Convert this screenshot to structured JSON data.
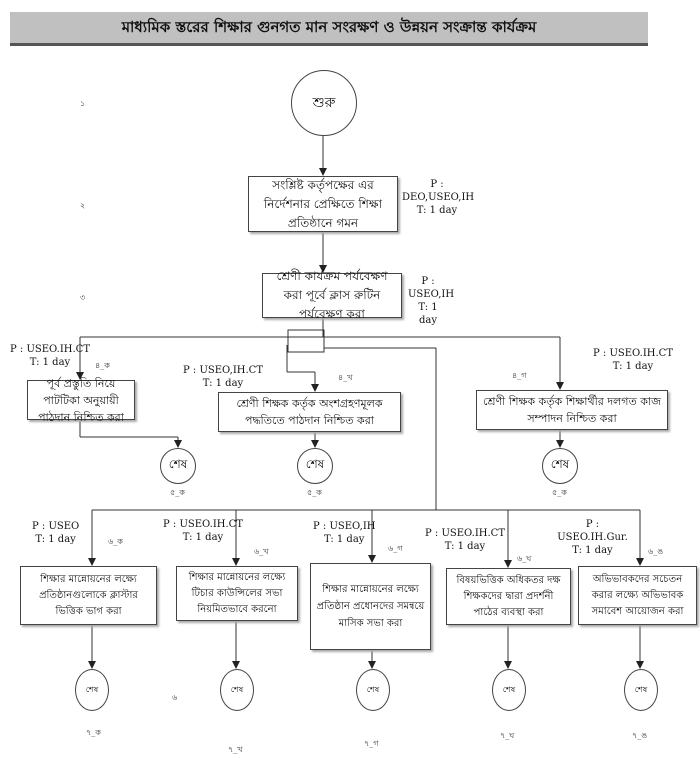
{
  "title": "মাধ্যমিক স্তরের শিক্ষার গুনগত মান  সংরক্ষণ ও উন্নয়ন সংক্রান্ত কার্যক্রম",
  "start": {
    "label": "শুরু",
    "step": "১"
  },
  "step2": {
    "text": "সংশ্লিষ্ট কর্তৃপক্ষের  এর নির্দেশনার প্রেক্ষিতে শিক্ষা প্রতিষ্ঠানে গমন",
    "step": "২",
    "p": "P : DEO,USEO,IH",
    "t": "T: 1 day"
  },
  "step3": {
    "text": "শ্রেণী কার্যক্রম পর্যবেক্ষণ করা পূর্বে ক্লাস রুটিন পর্যবেক্ষণ করা",
    "step": "৩",
    "p": "P : USEO,IH",
    "t": "T: 1 day"
  },
  "step4": [
    {
      "id": "৪_ক",
      "text": "পূর্ব প্রস্তুতি নিয়ে পাটটিকা অনুয়ায়ী পাঠদান নিশ্চিত করা",
      "p": "P : USEO.IH.CT",
      "t": "T: 1 day",
      "end": "শেষ",
      "end_id": "৫_ক"
    },
    {
      "id": "৪_খ",
      "text": "শ্রেণী শিক্ষক কর্তৃক অংশগ্রহণমূলক পদ্ধতিতে পাঠদান নিশ্চিত করা",
      "p": "P : USEO,IH.CT",
      "t": "T: 1 day",
      "end": "শেষ",
      "end_id": "৫_ক"
    },
    {
      "id": "৪_গ",
      "text": "শ্রেণী শিক্ষক কর্তৃক শিক্ষার্থীর দলগত কাজ সম্পাদন নিশ্চিত করা",
      "p": "P : USEO.IH.CT",
      "t": "T: 1 day",
      "end": "শেষ",
      "end_id": "৫_ক"
    }
  ],
  "step6": [
    {
      "id": "৬_ক",
      "text": "শিক্ষার মান্নোয়নের লক্ষ্যে প্রতিষ্ঠানগুলোকে ক্লাস্টার ভিত্তিক ভাগ করা",
      "p": "P : USEO",
      "t": "T: 1 day",
      "end": "শেষ",
      "end_id": "৭_ক"
    },
    {
      "id": "৬_খ",
      "text": "শিক্ষার মান্নোয়নের লক্ষ্যে টিচার কাউন্সিলের সভা নিয়মিতভাবে করনো",
      "p": "P : USEO.IH.CT",
      "t": "T: 1 day",
      "end": "শেষ",
      "end_id": "৭_খ"
    },
    {
      "id": "৬_গ",
      "text": "শিক্ষার মান্নোয়নের লক্ষ্যে প্রতিষ্ঠান প্রধোনদের সমন্বয়ে মাসিক সভা করা",
      "p": "P : USEO,IH",
      "t": "T: 1 day",
      "end": "শেষ",
      "end_id": "৭_গ"
    },
    {
      "id": "৬_ঘ",
      "text": "বিষয়ভিত্তিক অধিকতর দক্ষ শিক্ষকদের দ্বারা প্রদর্শনী পাঠের ব্যবস্থা করা",
      "p": "P : USEO.IH.CT",
      "t": "T: 1 day",
      "end": "শেষ",
      "end_id": "৭_ঘ"
    },
    {
      "id": "৬_ঙ",
      "text": "অভিভাবকদের সচেতন করার লক্ষ্যে অভিভাবক সমাবেশ আয়োজন করা",
      "p": "P : USEO.IH.Gur.",
      "t": "T: 1 day",
      "end": "শেষ",
      "end_id": "৭_ঙ"
    }
  ],
  "step6_marker": "৬"
}
